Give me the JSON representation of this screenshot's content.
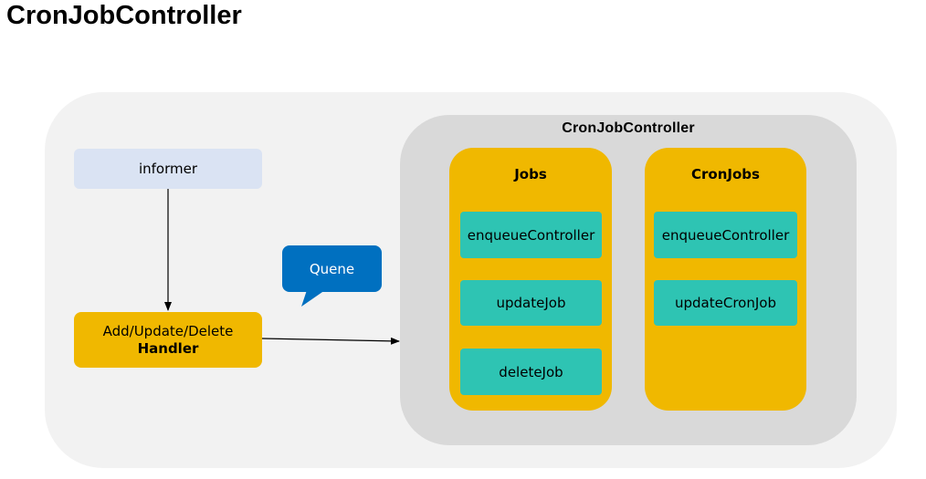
{
  "title": "CronJobController",
  "controller": {
    "title": "CronJobController",
    "groups": [
      {
        "title": "Jobs",
        "items": [
          "enqueueController",
          "updateJob",
          "deleteJob"
        ]
      },
      {
        "title": "CronJobs",
        "items": [
          "enqueueController",
          "updateCronJob"
        ]
      }
    ]
  },
  "informer": {
    "label": "informer"
  },
  "handler": {
    "line1": "Add/Update/Delete",
    "line2": "Handler"
  },
  "queue": {
    "label": "Quene"
  },
  "colors": {
    "background_panel": "#f2f2f2",
    "controller_panel": "#d9d9d9",
    "informer_fill": "#dae3f3",
    "handler_fill": "#f0b800",
    "group_fill": "#f0b800",
    "item_fill": "#2ec4b3",
    "queue_fill": "#0070c0"
  }
}
